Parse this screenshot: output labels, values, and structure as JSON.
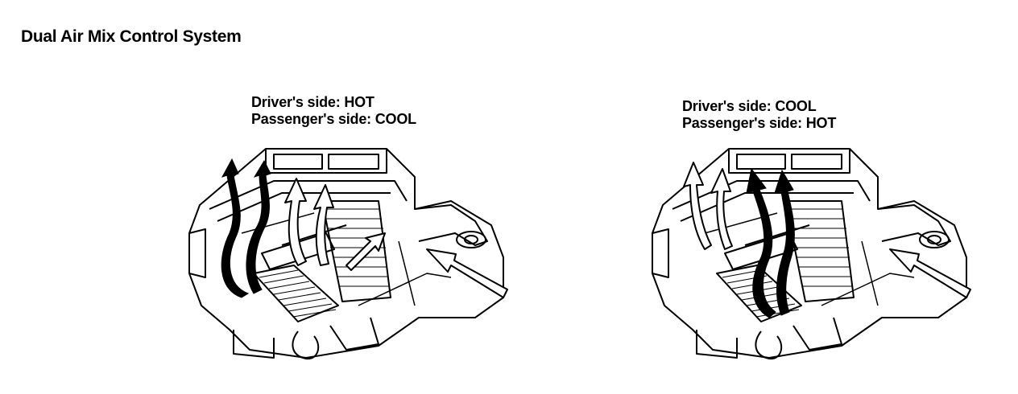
{
  "title": "Dual Air Mix Control System",
  "panels": [
    {
      "driver_line": "Driver's side: HOT",
      "passenger_line": "Passenger's side: COOL",
      "hot_side": "left"
    },
    {
      "driver_line": "Driver's side: COOL",
      "passenger_line": "Passenger's side: HOT",
      "hot_side": "right"
    }
  ],
  "colors": {
    "ink": "#000000",
    "paper": "#ffffff"
  },
  "icons": {
    "hot_air": "solid-black-arrow-icon",
    "cool_air": "outline-white-arrow-icon",
    "intake_air": "outline-white-arrow-icon"
  }
}
